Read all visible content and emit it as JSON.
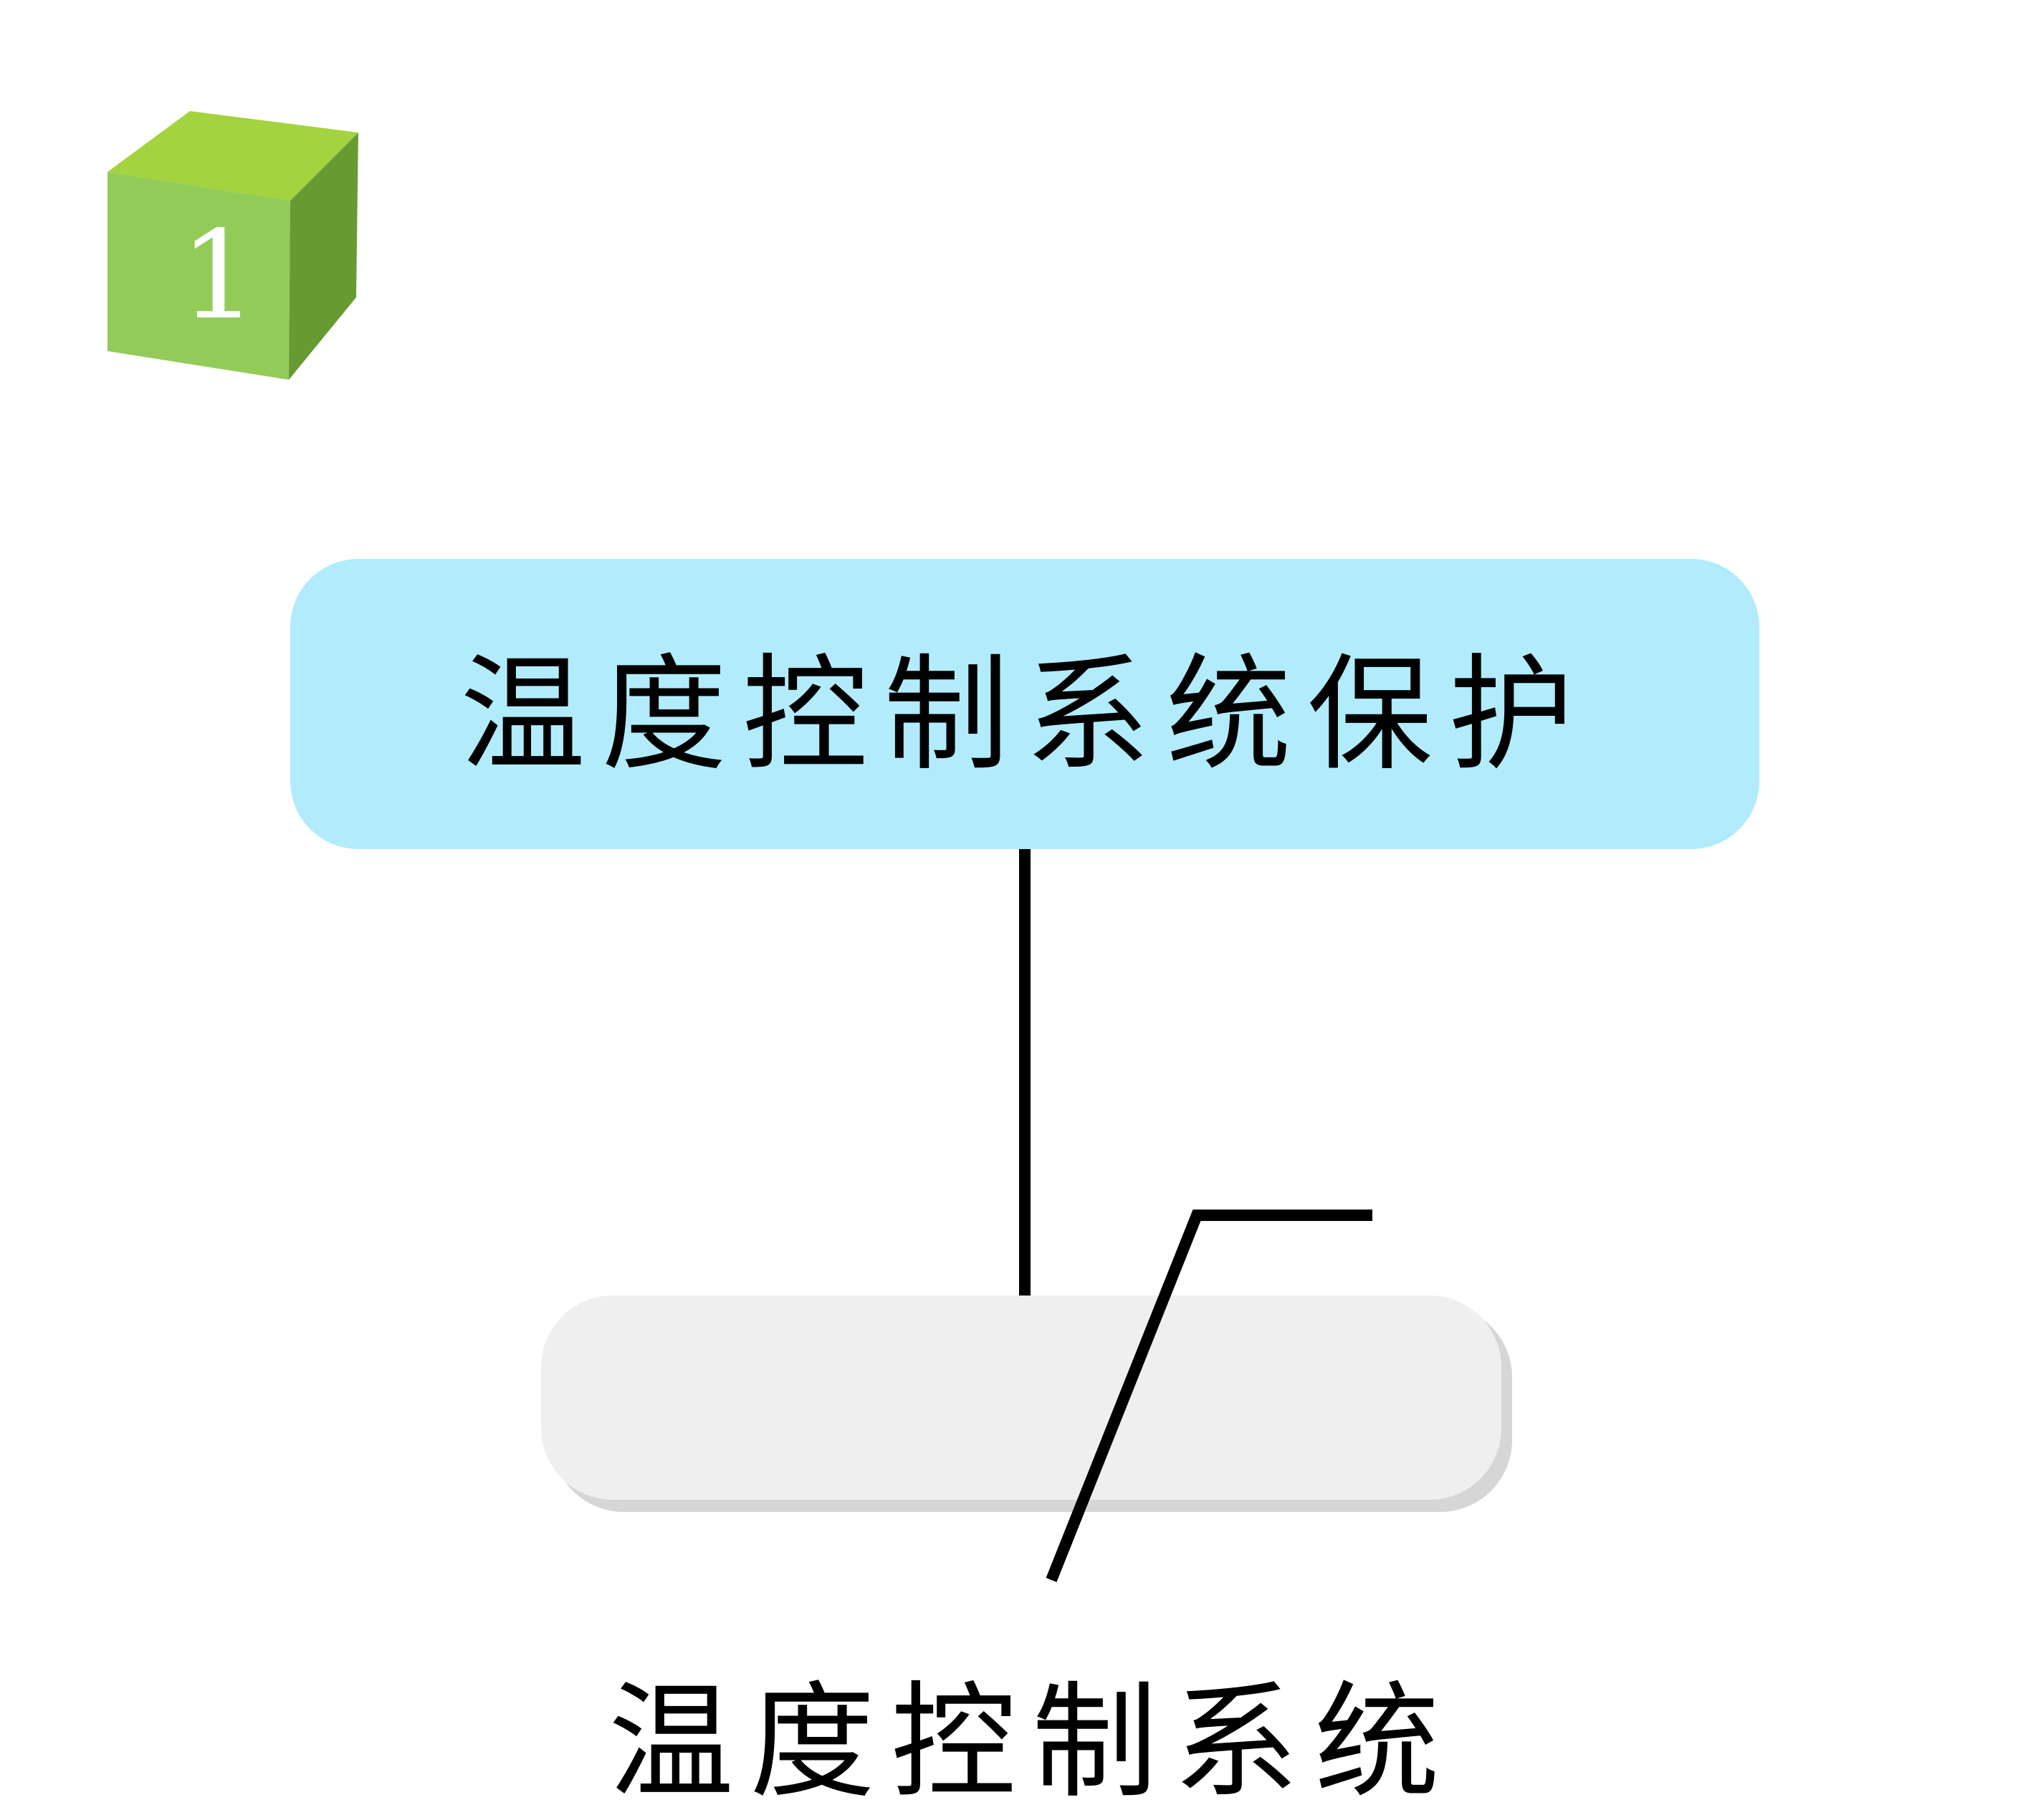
{
  "badge": {
    "number": "1",
    "icon": "green-cube-icon",
    "colors": {
      "top": "#a3d33f",
      "front": "#93cb58",
      "side": "#689a32"
    }
  },
  "root": {
    "label": "温度控制系统保护",
    "color": "#b2ecfc"
  },
  "child": {
    "label": "温度控制系统",
    "color": "#efefef"
  },
  "connector_color": "#000000"
}
